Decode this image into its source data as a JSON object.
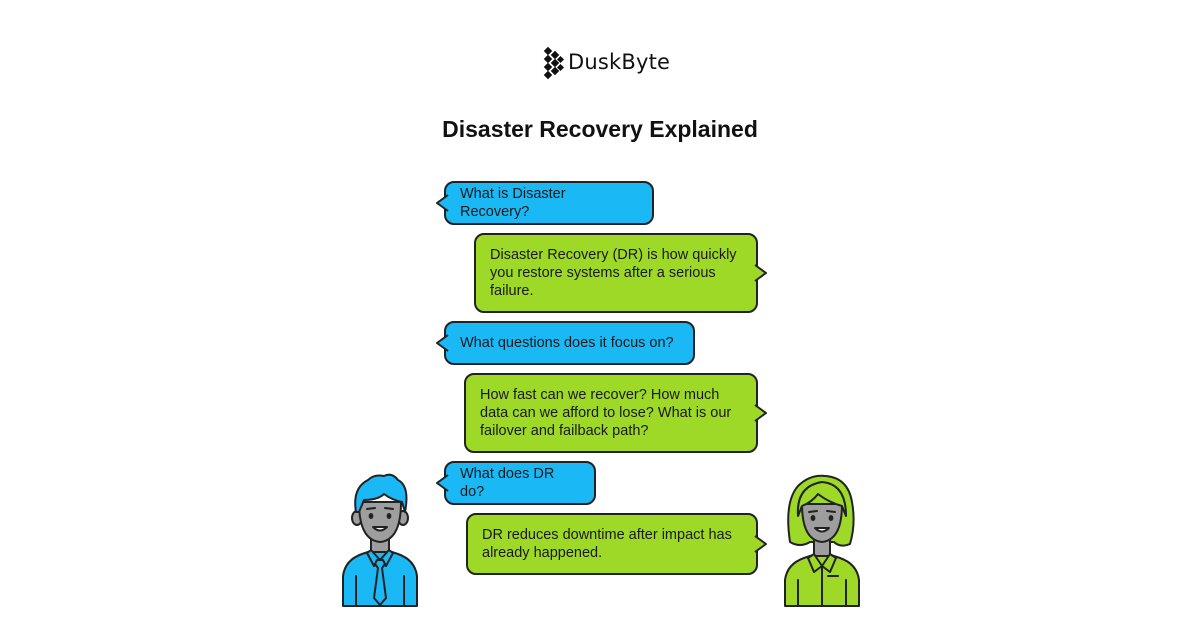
{
  "brand": {
    "name": "DuskByte"
  },
  "title": "Disaster Recovery Explained",
  "colors": {
    "question": "#1ab8f5",
    "answer": "#9ed928",
    "outline": "#222222"
  },
  "conversation": [
    {
      "role": "question",
      "text": "What is Disaster Recovery?"
    },
    {
      "role": "answer",
      "text": "Disaster Recovery (DR) is how quickly you restore systems after a serious failure."
    },
    {
      "role": "question",
      "text": "What questions does it focus on?"
    },
    {
      "role": "answer",
      "text": "How fast can we recover? How much data can we afford to lose? What is our failover and failback path?"
    },
    {
      "role": "question",
      "text": "What does DR do?"
    },
    {
      "role": "answer",
      "text": "DR reduces downtime after impact has already happened."
    }
  ],
  "characters": [
    {
      "icon": "man-character-icon"
    },
    {
      "icon": "woman-character-icon"
    }
  ]
}
